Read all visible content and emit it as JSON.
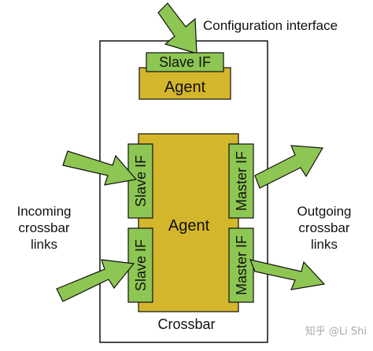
{
  "labels": {
    "config_interface": "Configuration interface",
    "crossbar": "Crossbar",
    "incoming": [
      "Incoming",
      "crossbar",
      "links"
    ],
    "outgoing": [
      "Outgoing",
      "crossbar",
      "links"
    ],
    "watermark": "知乎 @Li Shi"
  },
  "top_block": {
    "slave_if": "Slave IF",
    "agent": "Agent"
  },
  "main_block": {
    "agent": "Agent",
    "slave_if_upper": "Slave IF",
    "slave_if_lower": "Slave IF",
    "master_if_upper": "Master IF",
    "master_if_lower": "Master IF"
  },
  "colors": {
    "agent_fill": "#d4b62c",
    "interface_fill": "#8ec653",
    "arrow_fill": "#8ec653",
    "outline": "#111111"
  }
}
